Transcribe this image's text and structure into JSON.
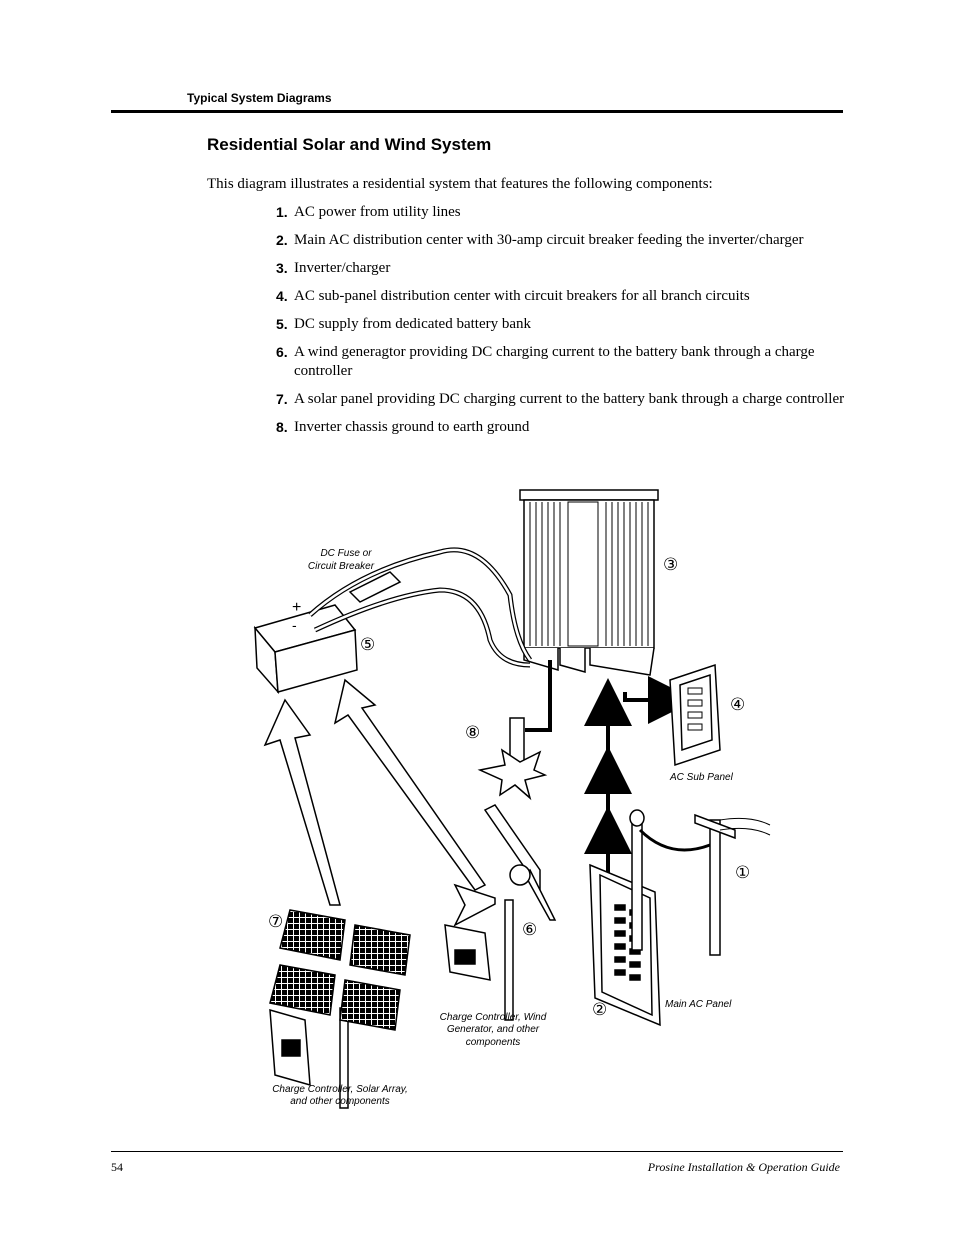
{
  "header": {
    "section": "Typical System Diagrams"
  },
  "title": "Residential Solar and Wind System",
  "intro": "This diagram illustrates a residential system that features the following components:",
  "items": [
    {
      "num": "1.",
      "text": "AC power from utility lines"
    },
    {
      "num": "2.",
      "text": "Main AC distribution center with 30-amp circuit breaker feeding the inverter/charger"
    },
    {
      "num": "3.",
      "text": "Inverter/charger"
    },
    {
      "num": "4.",
      "text": "AC sub-panel distribution center with circuit breakers for all branch circuits"
    },
    {
      "num": "5.",
      "text": "DC supply from dedicated battery bank"
    },
    {
      "num": "6.",
      "text": "A wind generagtor providing DC charging current to the battery bank through a charge controller"
    },
    {
      "num": "7.",
      "text": "A solar panel providing DC charging current to the battery bank through a charge controller"
    },
    {
      "num": "8.",
      "text": "Inverter chassis ground to earth ground"
    }
  ],
  "diagram": {
    "labels": {
      "fuse_line1": "DC Fuse or",
      "fuse_line2": "Circuit Breaker",
      "ac_sub_panel": "AC Sub Panel",
      "main_ac_panel": "Main AC Panel",
      "wind_line1": "Charge Controller, Wind",
      "wind_line2": "Generator, and other",
      "wind_line3": "components",
      "solar_line1": "Charge Controller, Solar Array,",
      "solar_line2": "and other components"
    },
    "callouts": {
      "c1": "①",
      "c2": "②",
      "c3": "③",
      "c4": "④",
      "c5": "⑤",
      "c6": "⑥",
      "c7": "⑦",
      "c8": "⑧"
    }
  },
  "footer": {
    "page": "54",
    "guide": "Prosine Installation & Operation Guide"
  }
}
